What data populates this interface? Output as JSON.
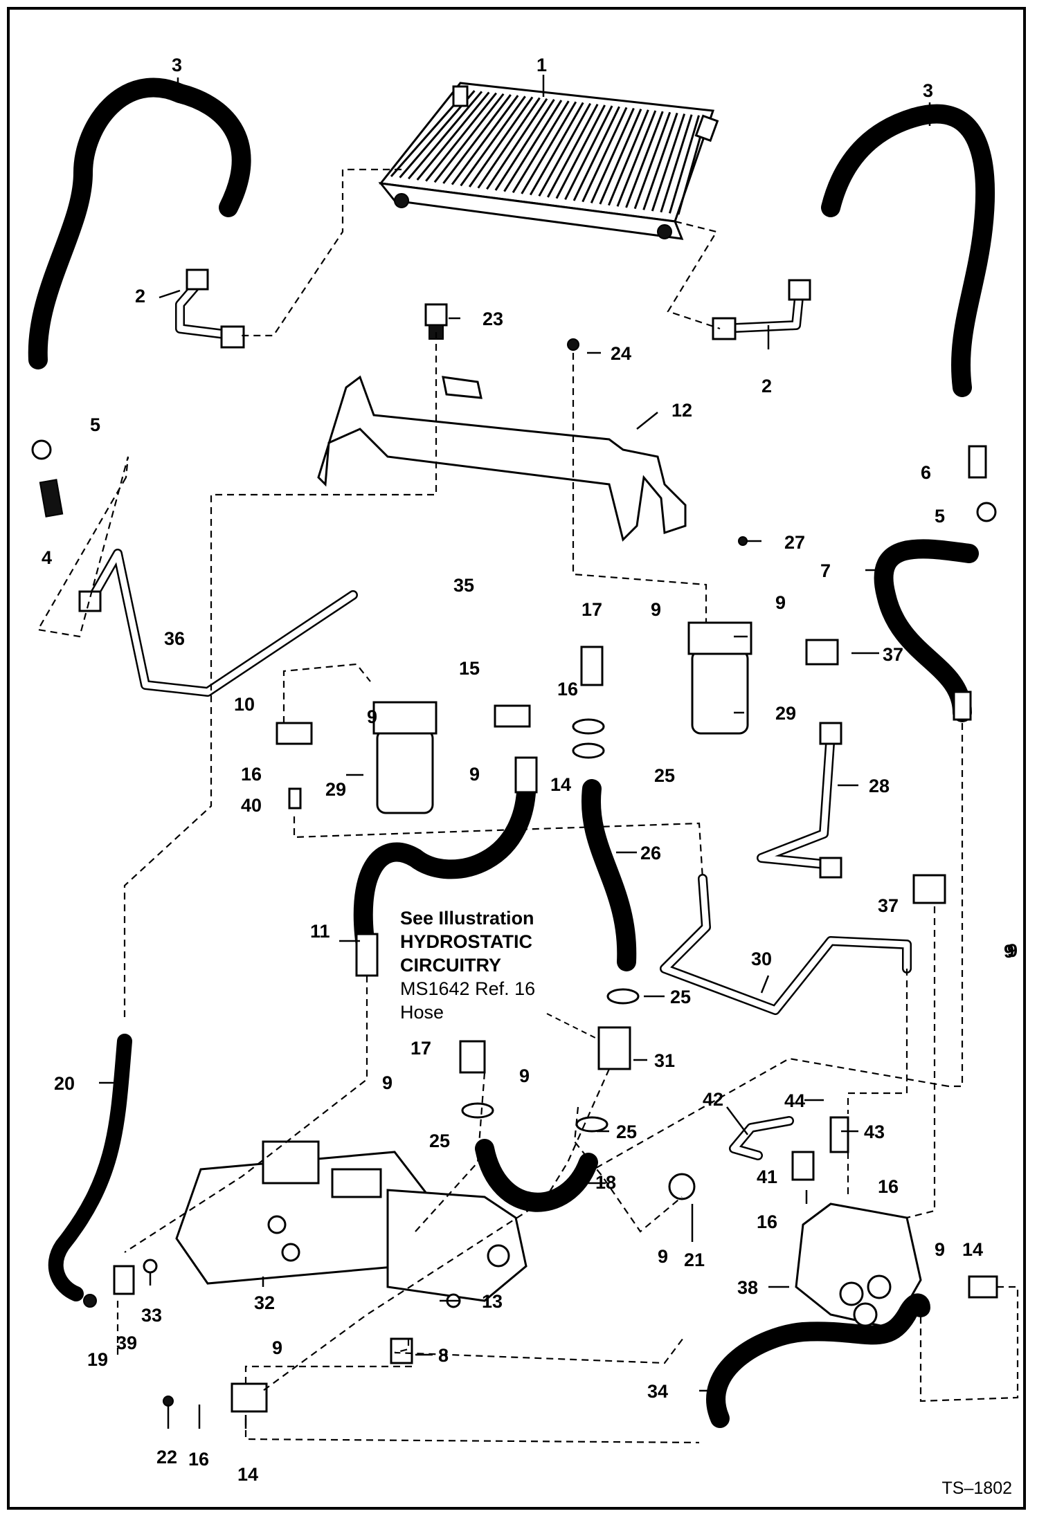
{
  "diagram": {
    "note_lines": [
      "See Illustration",
      "HYDROSTATIC",
      "CIRCUITRY",
      "MS1642 Ref. 16",
      "Hose"
    ],
    "reference_code": "TS–1802",
    "callouts": [
      {
        "id": "c1",
        "text": "1"
      },
      {
        "id": "c2a",
        "text": "2"
      },
      {
        "id": "c2b",
        "text": "2"
      },
      {
        "id": "c3a",
        "text": "3"
      },
      {
        "id": "c3b",
        "text": "3"
      },
      {
        "id": "c4",
        "text": "4"
      },
      {
        "id": "c5a",
        "text": "5"
      },
      {
        "id": "c5b",
        "text": "5"
      },
      {
        "id": "c6",
        "text": "6"
      },
      {
        "id": "c7",
        "text": "7"
      },
      {
        "id": "c8",
        "text": "8"
      },
      {
        "id": "c9a",
        "text": "9"
      },
      {
        "id": "c9b",
        "text": "9"
      },
      {
        "id": "c9c",
        "text": "9"
      },
      {
        "id": "c9d",
        "text": "9"
      },
      {
        "id": "c9e",
        "text": "9"
      },
      {
        "id": "c9f",
        "text": "9"
      },
      {
        "id": "c9g",
        "text": "9"
      },
      {
        "id": "c9h",
        "text": "9"
      },
      {
        "id": "c9i",
        "text": "9"
      },
      {
        "id": "c9j",
        "text": "9"
      },
      {
        "id": "c9k",
        "text": "9"
      },
      {
        "id": "c10",
        "text": "10"
      },
      {
        "id": "c11",
        "text": "11"
      },
      {
        "id": "c12",
        "text": "12"
      },
      {
        "id": "c13",
        "text": "13"
      },
      {
        "id": "c14a",
        "text": "14"
      },
      {
        "id": "c14b",
        "text": "14"
      },
      {
        "id": "c14c",
        "text": "14"
      },
      {
        "id": "c15",
        "text": "15"
      },
      {
        "id": "c16a",
        "text": "16"
      },
      {
        "id": "c16b",
        "text": "16"
      },
      {
        "id": "c16c",
        "text": "16"
      },
      {
        "id": "c16d",
        "text": "16"
      },
      {
        "id": "c16e",
        "text": "16"
      },
      {
        "id": "c17a",
        "text": "17"
      },
      {
        "id": "c17b",
        "text": "17"
      },
      {
        "id": "c18",
        "text": "18"
      },
      {
        "id": "c19",
        "text": "19"
      },
      {
        "id": "c20",
        "text": "20"
      },
      {
        "id": "c21",
        "text": "21"
      },
      {
        "id": "c22",
        "text": "22"
      },
      {
        "id": "c23",
        "text": "23"
      },
      {
        "id": "c24",
        "text": "24"
      },
      {
        "id": "c25a",
        "text": "25"
      },
      {
        "id": "c25b",
        "text": "25"
      },
      {
        "id": "c25c",
        "text": "25"
      },
      {
        "id": "c25d",
        "text": "25"
      },
      {
        "id": "c26",
        "text": "26"
      },
      {
        "id": "c27",
        "text": "27"
      },
      {
        "id": "c28",
        "text": "28"
      },
      {
        "id": "c29a",
        "text": "29"
      },
      {
        "id": "c29b",
        "text": "29"
      },
      {
        "id": "c30",
        "text": "30"
      },
      {
        "id": "c31",
        "text": "31"
      },
      {
        "id": "c32",
        "text": "32"
      },
      {
        "id": "c33",
        "text": "33"
      },
      {
        "id": "c34",
        "text": "34"
      },
      {
        "id": "c35",
        "text": "35"
      },
      {
        "id": "c36",
        "text": "36"
      },
      {
        "id": "c37a",
        "text": "37"
      },
      {
        "id": "c37b",
        "text": "37"
      },
      {
        "id": "c38",
        "text": "38"
      },
      {
        "id": "c39",
        "text": "39"
      },
      {
        "id": "c40",
        "text": "40"
      },
      {
        "id": "c41",
        "text": "41"
      },
      {
        "id": "c42",
        "text": "42"
      },
      {
        "id": "c43",
        "text": "43"
      },
      {
        "id": "c44",
        "text": "44"
      }
    ]
  }
}
